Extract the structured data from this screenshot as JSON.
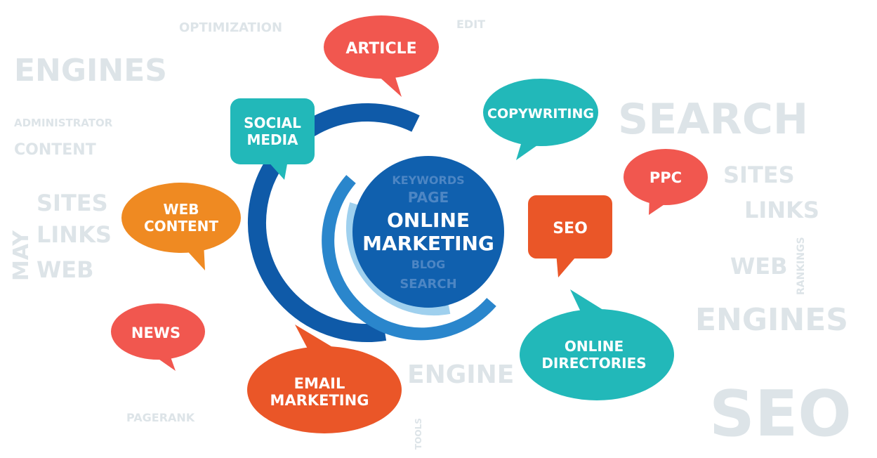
{
  "center": {
    "line1": "ONLINE",
    "line2": "MARKETING"
  },
  "bubbles": {
    "article": {
      "label": "ARTICLE"
    },
    "copywriting": {
      "label": "COPYWRITING"
    },
    "social_media": {
      "line1": "SOCIAL",
      "line2": "MEDIA"
    },
    "ppc": {
      "label": "PPC"
    },
    "seo": {
      "label": "SEO"
    },
    "web_content": {
      "line1": "WEB",
      "line2": "CONTENT"
    },
    "news": {
      "label": "NEWS"
    },
    "email_marketing": {
      "line1": "EMAIL",
      "line2": "MARKETING"
    },
    "online_directories": {
      "line1": "ONLINE",
      "line2": "DIRECTORIES"
    }
  },
  "background_words": [
    "SEARCH",
    "SEO",
    "ENGINES",
    "ENGINES",
    "OPTIMIZATION",
    "SITES",
    "LINKS",
    "WEB",
    "ADMINISTRATOR",
    "CONTENT",
    "MAY",
    "SITES",
    "LINKS",
    "WEB",
    "PAGERANK",
    "ENGINE",
    "KEYWORDS",
    "PAGE",
    "SEARCH",
    "BLOG",
    "EDIT",
    "TOOLS",
    "RANKINGS"
  ],
  "colors": {
    "red": "#f1574f",
    "teal": "#22b8b9",
    "orange": "#ef8a22",
    "orange_red": "#ea5628",
    "dark_blue": "#0f5aa8",
    "mid_blue": "#2a86cc",
    "light_blue": "#9fd0ee",
    "background_text": "#dde4e8"
  }
}
